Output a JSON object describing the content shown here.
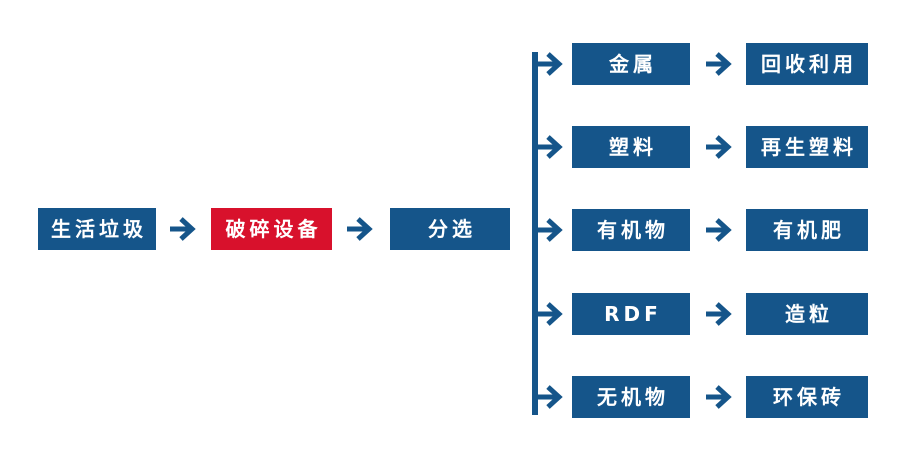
{
  "diagram": {
    "type": "flowchart",
    "colors": {
      "primary_blue": "#15558A",
      "highlight_red": "#D8112C",
      "node_text": "#FFFFFF",
      "background": "#FFFFFF"
    },
    "main_flow": [
      {
        "label": "生活垃圾",
        "style": "blue"
      },
      {
        "label": "破碎设备",
        "style": "red"
      },
      {
        "label": "分选",
        "style": "blue"
      }
    ],
    "branches": [
      {
        "material": "金属",
        "result": "回收利用"
      },
      {
        "material": "塑料",
        "result": "再生塑料"
      },
      {
        "material": "有机物",
        "result": "有机肥"
      },
      {
        "material": "RDF",
        "result": "造粒"
      },
      {
        "material": "无机物",
        "result": "环保砖"
      }
    ]
  }
}
